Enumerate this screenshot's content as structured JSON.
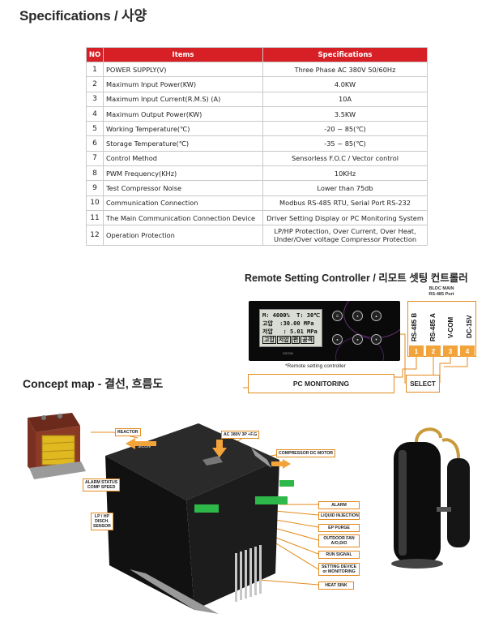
{
  "spec_title": "Specifications / 사양",
  "table": {
    "headers": [
      "NO",
      "Items",
      "Specifications"
    ],
    "rows": [
      {
        "no": "1",
        "item": "POWER SUPPLY(V)",
        "value": "Three Phase AC 380V 50/60Hz"
      },
      {
        "no": "2",
        "item": "Maximum Input Power(KW)",
        "value": "4.0KW"
      },
      {
        "no": "3",
        "item": "Maximum Input Current(R.M.S) (A)",
        "value": "10A"
      },
      {
        "no": "4",
        "item": "Maximum Output Power(KW)",
        "value": "3.5KW"
      },
      {
        "no": "5",
        "item": "Working Temperature(℃)",
        "value": "-20 ~ 85(℃)"
      },
      {
        "no": "6",
        "item": "Storage Temperature(℃)",
        "value": "-35 ~ 85(℃)"
      },
      {
        "no": "7",
        "item": "Control Method",
        "value": "Sensorless F.O.C / Vector control"
      },
      {
        "no": "8",
        "item": "PWM Frequency(KHz)",
        "value": "10KHz"
      },
      {
        "no": "9",
        "item": "Test Compressor Noise",
        "value": "Lower than 75db"
      },
      {
        "no": "10",
        "item": "Communication Connection",
        "value": "Modbus RS-485 RTU, Serial Port RS-232"
      },
      {
        "no": "11",
        "item": "The Main Communication Connection Device",
        "value": "Driver Setting Display or PC Monitoring System"
      },
      {
        "no": "12",
        "item": "Operation Protection",
        "value": "LP/HP Protection, Over Current, Over Heat, Under/Over voltage Compressor Protection"
      }
    ]
  },
  "remote": {
    "title": "Remote Setting Controller / 리모트 셋팅 컨트롤러",
    "bldc_label": "BLDC MAIN\nRS-485 Port",
    "lcd_line1": "M: 4000%  T: 30℃",
    "lcd_line2": "고압  :30.00 MPa",
    "lcd_line3": "저압   : 5.01 MPa",
    "lcd_buttons": [
      "고압",
      "저압",
      "편",
      "공격"
    ],
    "brand": "SICON",
    "caption": "*Remote setting controller",
    "terminals": [
      {
        "label": "RS-485 B",
        "num": "1"
      },
      {
        "label": "RS-485 A",
        "num": "2"
      },
      {
        "label": "V-COM",
        "num": "3"
      },
      {
        "label": "DC-15V",
        "num": "4"
      }
    ],
    "pc_monitoring": "PC MONITORING",
    "select": "SELECT"
  },
  "concept": {
    "title": "Concept map - 결선, 흐름도",
    "callouts": {
      "reactor": "REACTOR",
      "ac": "AC 380V 3P +F.G",
      "compressor_motor": "COMPRESSOR DC MOTOR",
      "alarm_status": "ALARM STATUS\nCOMP SPEED",
      "lp_hp": "LP / HP\nDISCH.\nSENSOR",
      "alarm": "ALARM",
      "liquid": "LIQUID INJECTION",
      "ep_purge": "EP PURGE",
      "outdoor_fan": "OUTDOOR FAN\nA/O,D/O",
      "run_signal": "RUN SIGNAL",
      "setting_device": "SETTING DEVICE\nor MONITORING",
      "heat_sink": "HEAT SINK"
    }
  },
  "colors": {
    "red": "#d71f26",
    "orange": "#e38a1e",
    "orange_fill": "#f2a33a"
  }
}
